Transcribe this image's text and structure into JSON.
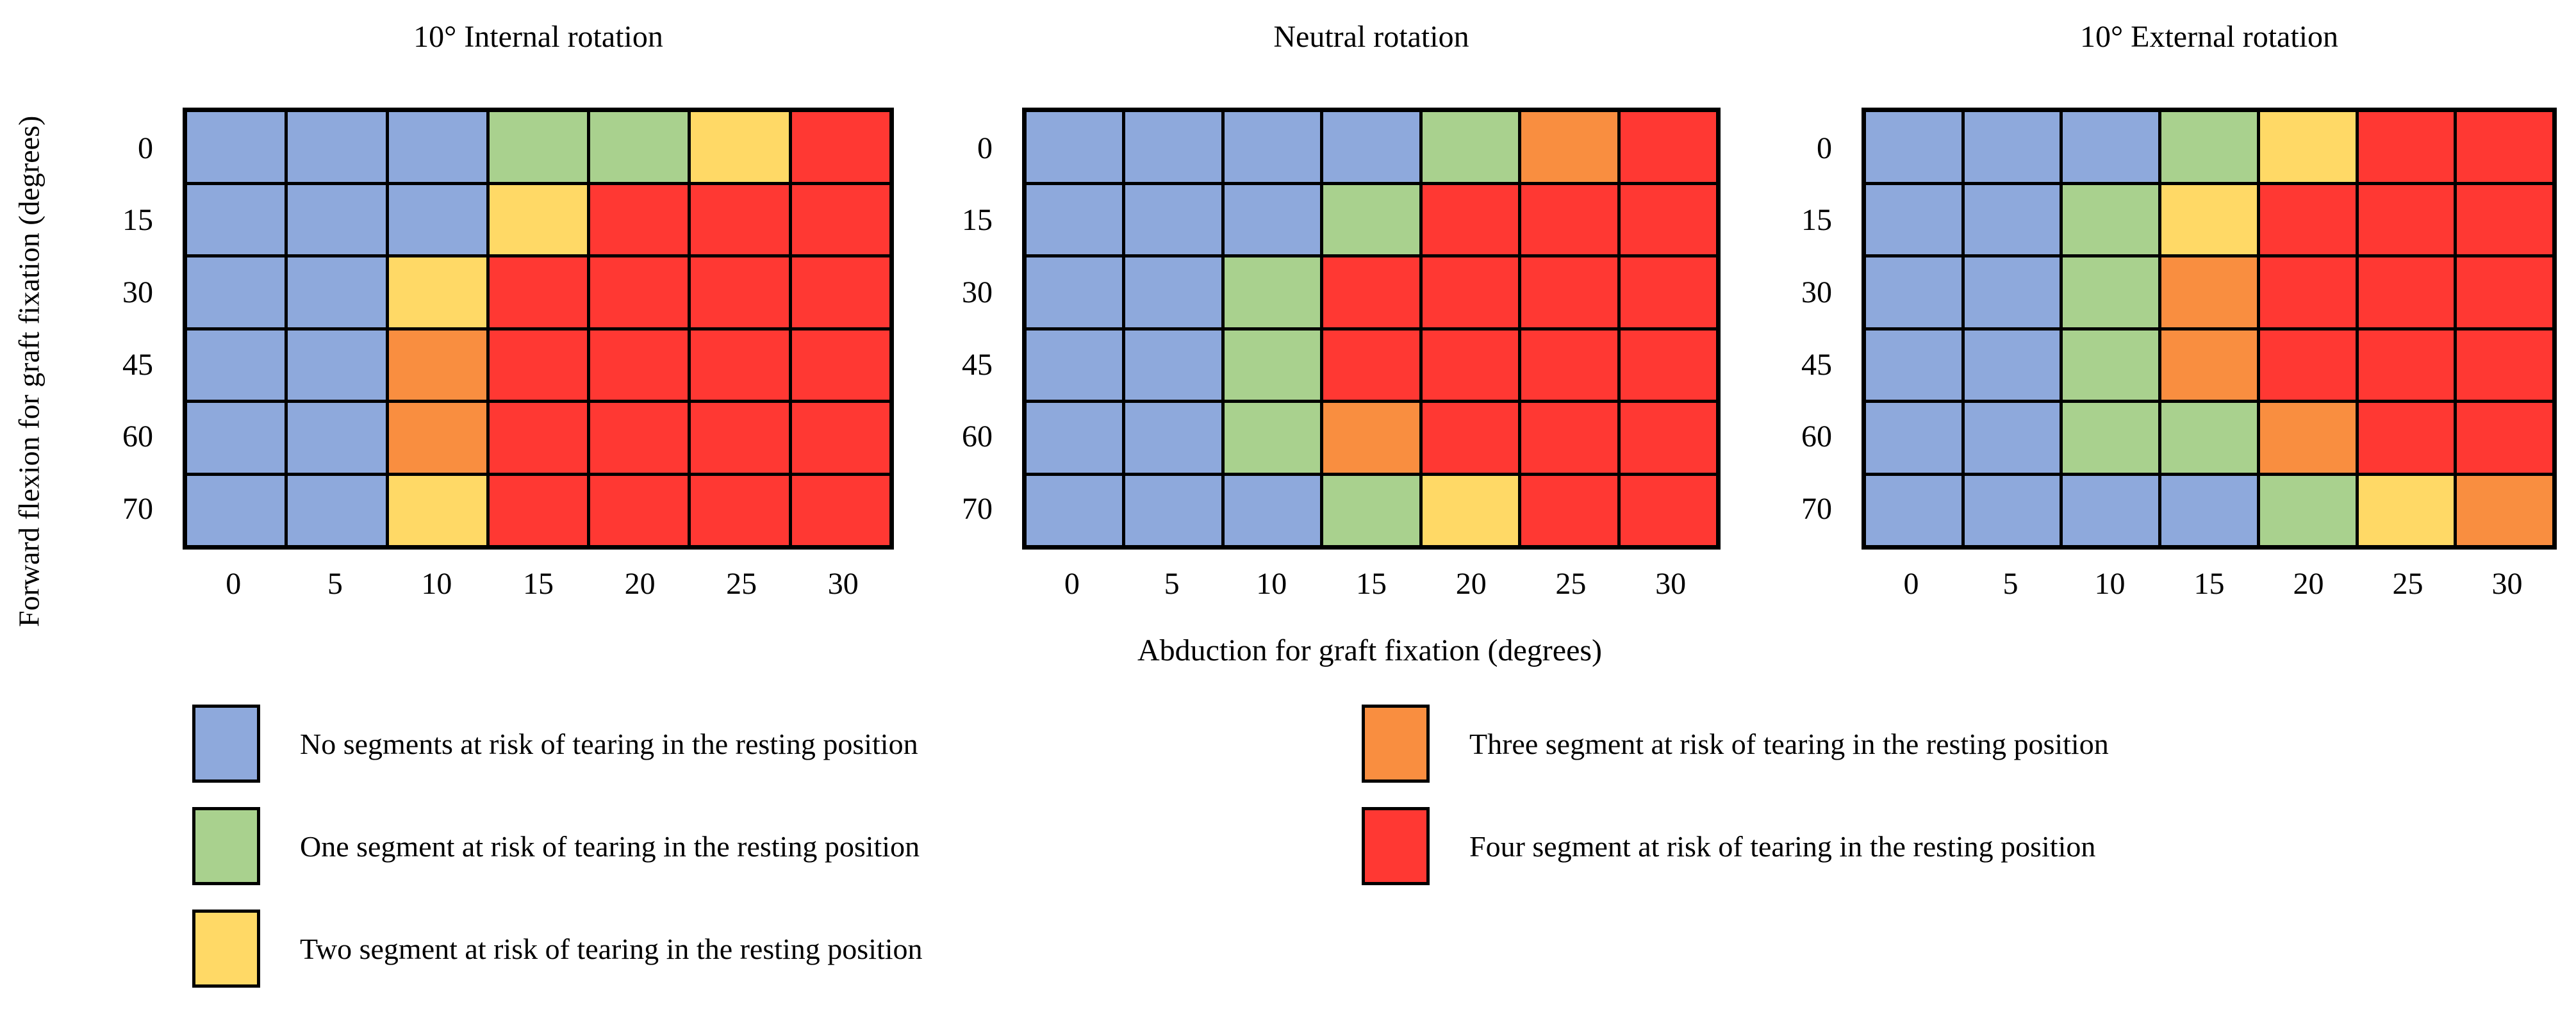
{
  "chart_data": {
    "type": "heatmap",
    "xlabel": "Abduction for graft fixation (degrees)",
    "ylabel": "Forward flexion for graft fixation (degrees)",
    "legend_position": "bottom",
    "grid_line_color": "#000000",
    "level_colors": {
      "0": "#8EA9DC",
      "1": "#A9D18E",
      "2": "#FFD966",
      "3": "#F98E40",
      "4": "#FF3833"
    },
    "panels": [
      {
        "title": "10° Internal rotation",
        "x": [
          0,
          5,
          10,
          15,
          20,
          25,
          30
        ],
        "y": [
          0,
          15,
          30,
          45,
          60,
          70
        ],
        "levels": [
          [
            0,
            0,
            0,
            1,
            1,
            2,
            4
          ],
          [
            0,
            0,
            0,
            2,
            4,
            4,
            4
          ],
          [
            0,
            0,
            2,
            4,
            4,
            4,
            4
          ],
          [
            0,
            0,
            3,
            4,
            4,
            4,
            4
          ],
          [
            0,
            0,
            3,
            4,
            4,
            4,
            4
          ],
          [
            0,
            0,
            2,
            4,
            4,
            4,
            4
          ]
        ]
      },
      {
        "title": "Neutral rotation",
        "x": [
          0,
          5,
          10,
          15,
          20,
          25,
          30
        ],
        "y": [
          0,
          15,
          30,
          45,
          60,
          70
        ],
        "levels": [
          [
            0,
            0,
            0,
            0,
            1,
            3,
            4
          ],
          [
            0,
            0,
            0,
            1,
            4,
            4,
            4
          ],
          [
            0,
            0,
            1,
            4,
            4,
            4,
            4
          ],
          [
            0,
            0,
            1,
            4,
            4,
            4,
            4
          ],
          [
            0,
            0,
            1,
            3,
            4,
            4,
            4
          ],
          [
            0,
            0,
            0,
            1,
            2,
            4,
            4
          ]
        ]
      },
      {
        "title": "10° External rotation",
        "x": [
          0,
          5,
          10,
          15,
          20,
          25,
          30
        ],
        "y": [
          0,
          15,
          30,
          45,
          60,
          70
        ],
        "levels": [
          [
            0,
            0,
            0,
            1,
            2,
            4,
            4
          ],
          [
            0,
            0,
            1,
            2,
            4,
            4,
            4
          ],
          [
            0,
            0,
            1,
            3,
            4,
            4,
            4
          ],
          [
            0,
            0,
            1,
            3,
            4,
            4,
            4
          ],
          [
            0,
            0,
            1,
            1,
            3,
            4,
            4
          ],
          [
            0,
            0,
            0,
            0,
            1,
            2,
            3
          ]
        ]
      }
    ],
    "legend": [
      {
        "level": 0,
        "label": "No segments at risk of tearing in the resting position"
      },
      {
        "level": 1,
        "label": "One segment at risk of tearing in the resting position"
      },
      {
        "level": 2,
        "label": "Two segment at risk of tearing in the resting position"
      },
      {
        "level": 3,
        "label": "Three segment at risk of tearing in the resting position"
      },
      {
        "level": 4,
        "label": "Four segment at risk of tearing in the resting position"
      }
    ],
    "legend_columns": {
      "left_items": [
        0,
        1,
        2
      ],
      "right_items": [
        3,
        4
      ]
    }
  }
}
